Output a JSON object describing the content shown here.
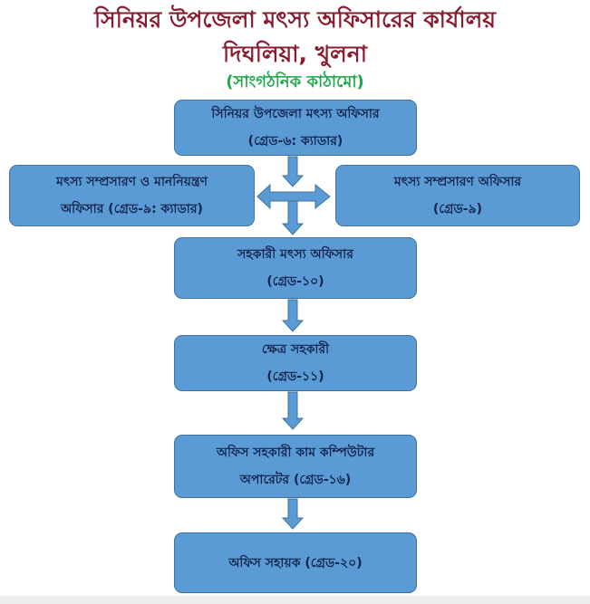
{
  "title": {
    "line1": "সিনিয়র উপজেলা মৎস্য অফিসারের কার্যালয়",
    "line2": "দিঘলিয়া, খুলনা",
    "subtitle": "(সাংগঠনিক কাঠামো)"
  },
  "boxes": [
    {
      "line1": "সিনিয়র উপজেলা মৎস্য অফিসার",
      "line2": "(গ্রেড-৬: ক্যাডার)"
    },
    {
      "line1": "মৎস্য সম্প্রসারণ ও মাননিয়ন্ত্রণ",
      "line2": "অফিসার (গ্রেড-৯: ক্যাডার)"
    },
    {
      "line1": "মৎস্য সম্প্রসারণ অফিসার",
      "line2": "(গ্রেড-৯)"
    },
    {
      "line1": "সহকারী মৎস্য অফিসার",
      "line2": "(গ্রেড-১০)"
    },
    {
      "line1": "ক্ষেত্র সহকারী",
      "line2": "(গ্রেড-১১)"
    },
    {
      "line1": "অফিস সহকারী কাম কম্পিউটার",
      "line2": "অপারেটর (গ্রেড-১৬)"
    },
    {
      "line1": "অফিস সহায়ক (গ্রেড-২০)"
    }
  ],
  "colors": {
    "box": "#5b9bd5",
    "title": "#8b1a2e",
    "subtitle": "#1ea84b"
  }
}
